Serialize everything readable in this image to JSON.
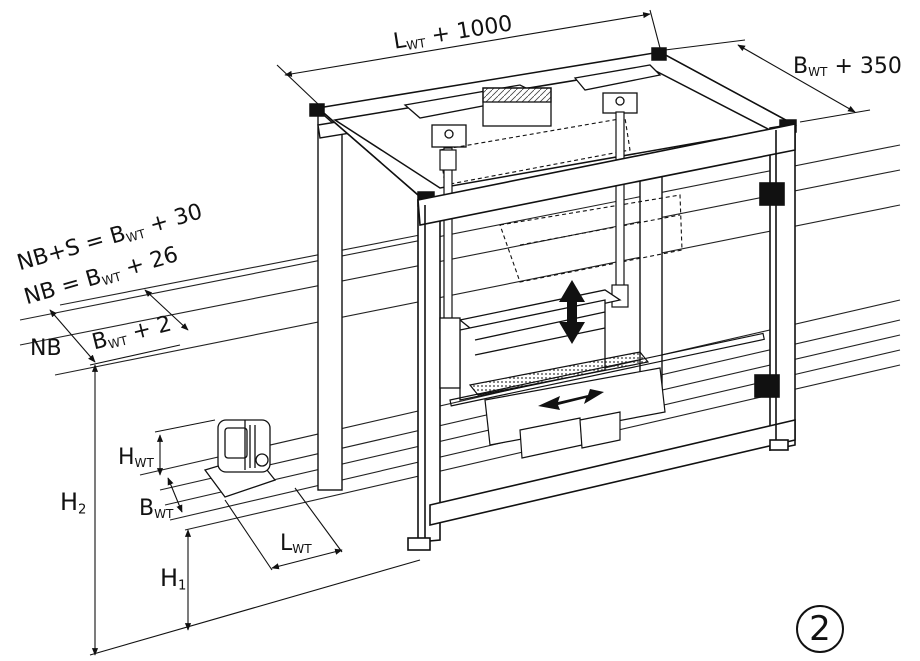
{
  "labels": {
    "top_length": {
      "main": "L",
      "sub": "WT",
      "suffix": " + 1000"
    },
    "top_width": {
      "main": "B",
      "sub": "WT",
      "suffix": " + 350"
    },
    "nb_s": {
      "main": "NB+S = B",
      "sub": "WT",
      "suffix": " + 30"
    },
    "nb": {
      "main": "NB = B",
      "sub": "WT",
      "suffix": " + 26"
    },
    "nb_short": "NB",
    "b_plus_2": {
      "main": "B",
      "sub": "WT",
      "suffix": " + 2"
    },
    "h_wt": {
      "main": "H",
      "sub": "WT"
    },
    "b_wt": {
      "main": "B",
      "sub": "WT"
    },
    "l_wt": {
      "main": "L",
      "sub": "WT"
    },
    "h2": {
      "main": "H",
      "sub": "2"
    },
    "h1": {
      "main": "H",
      "sub": "1"
    }
  },
  "figure_number": "2"
}
